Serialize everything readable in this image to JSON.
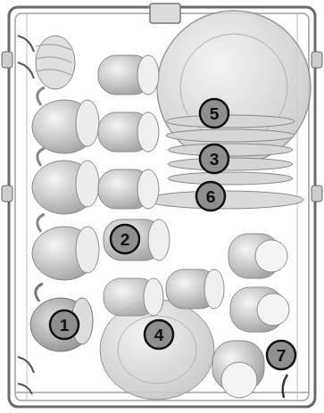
{
  "diagram": {
    "labels": [
      "5",
      "3",
      "6",
      "2",
      "1",
      "4",
      "7"
    ]
  }
}
